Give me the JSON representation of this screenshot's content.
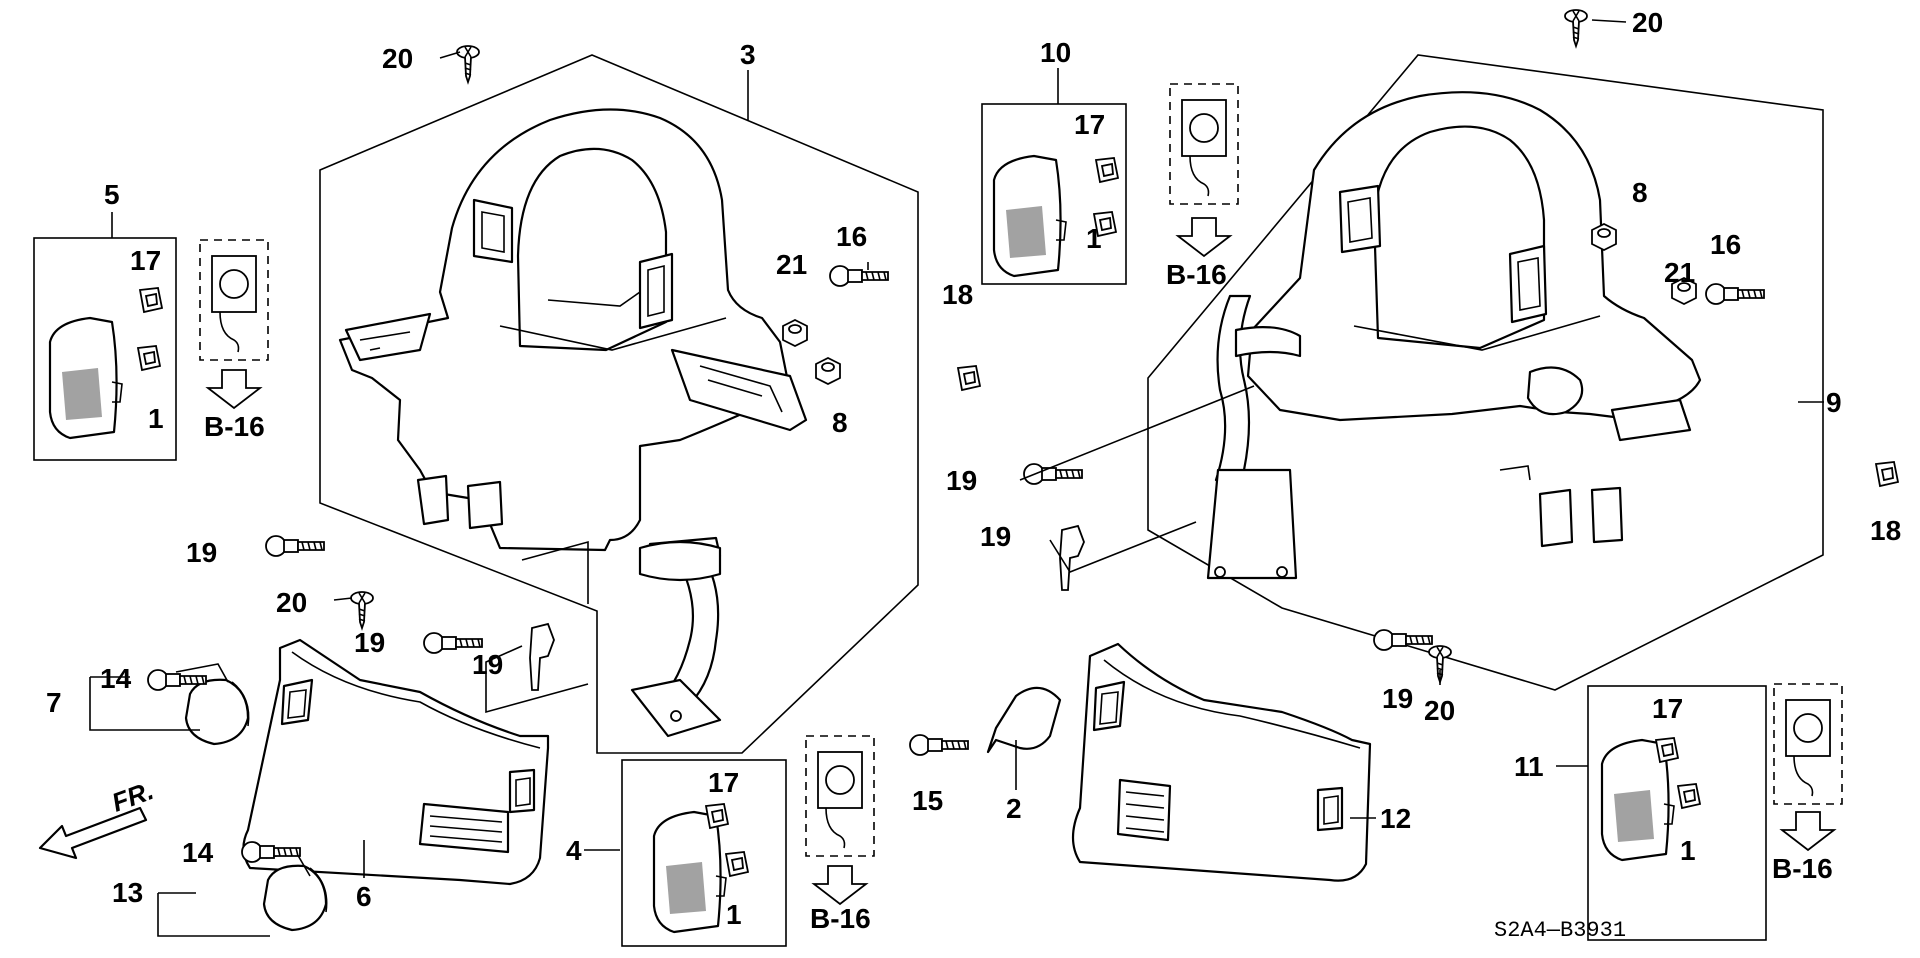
{
  "diagram_code": "S2A4—B3931",
  "front_label": "FR.",
  "reference": "B-16",
  "callouts": {
    "c1a": "1",
    "c1b": "1",
    "c1c": "1",
    "c1d": "1",
    "c2": "2",
    "c3": "3",
    "c4": "4",
    "c5": "5",
    "c6": "6",
    "c7": "7",
    "c8a": "8",
    "c8b": "8",
    "c9": "9",
    "c10": "10",
    "c11": "11",
    "c12": "12",
    "c13": "13",
    "c14a": "14",
    "c14b": "14",
    "c15": "15",
    "c16a": "16",
    "c16b": "16",
    "c17a": "17",
    "c17b": "17",
    "c17c": "17",
    "c17d": "17",
    "c18a": "18",
    "c18b": "18",
    "c19a": "19",
    "c19b": "19",
    "c19c": "19",
    "c19d": "19",
    "c19e": "19",
    "c19f": "19",
    "c20a": "20",
    "c20b": "20",
    "c20c": "20",
    "c20d": "20",
    "c21a": "21",
    "c21b": "21"
  }
}
